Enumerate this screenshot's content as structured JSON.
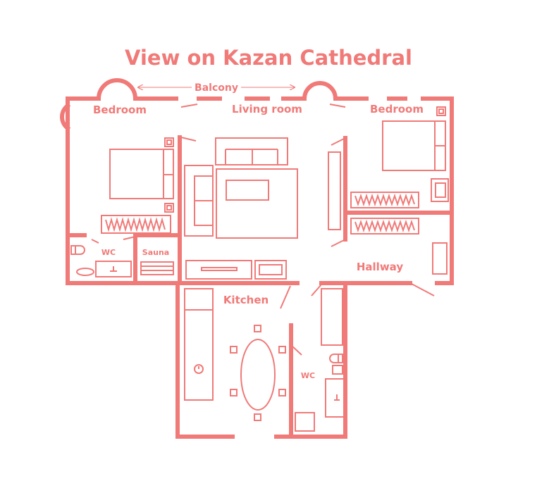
{
  "colors": {
    "plan": "#f07a78"
  },
  "title": "View on Kazan Cathedral",
  "labels": {
    "balcony": "Balcony",
    "bedroom_left": "Bedroom",
    "living_room": "Living room",
    "bedroom_right": "Bedroom",
    "wc_left": "WC",
    "sauna": "Sauna",
    "hallway": "Hallway",
    "kitchen": "Kitchen",
    "wc_center": "WC"
  }
}
